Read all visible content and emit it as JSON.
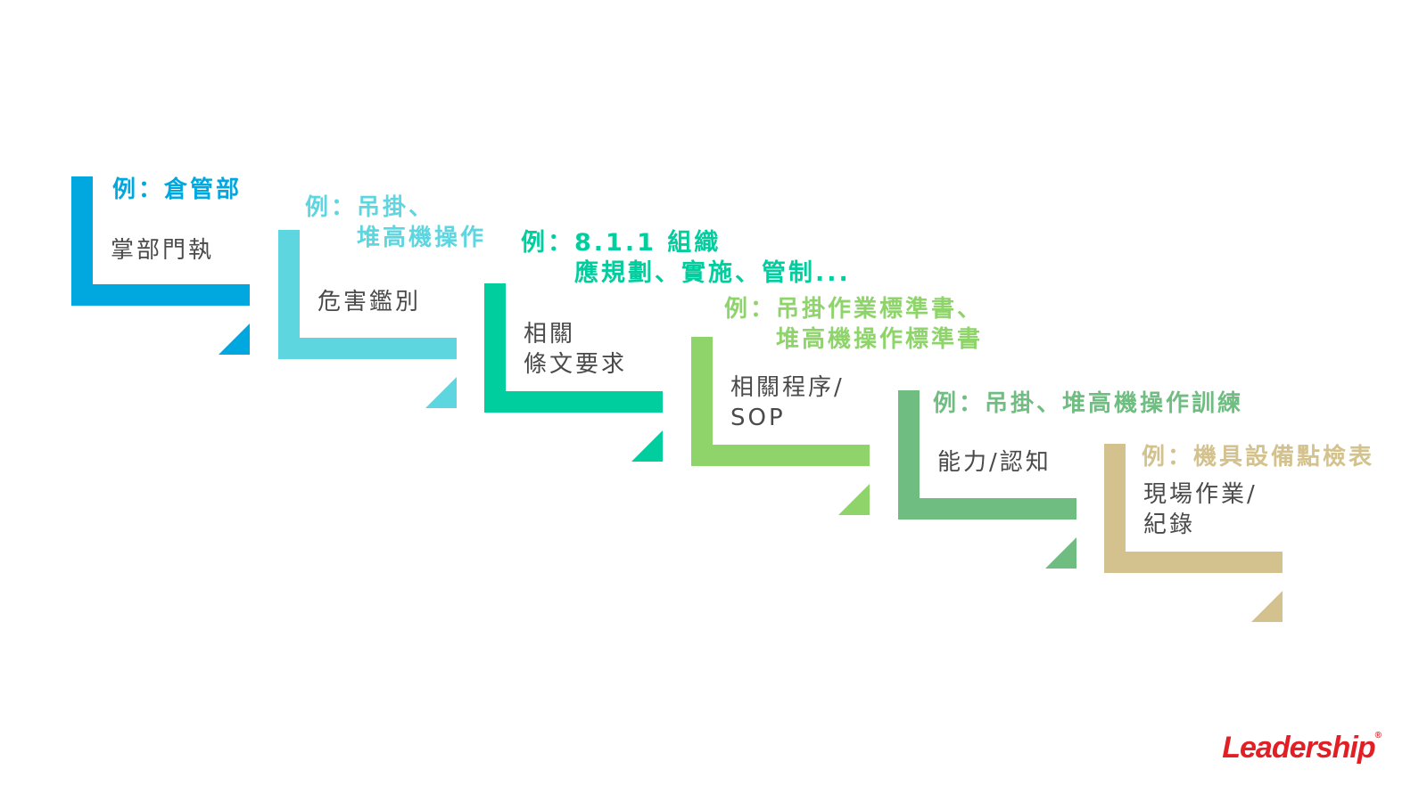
{
  "colors": {
    "step1": "#00a8df",
    "step2": "#5dd6e0",
    "step3": "#00ce9e",
    "step4": "#8ed46a",
    "step5": "#6fbd81",
    "step6": "#d4c28e",
    "label_text": "#4a4a4a",
    "logo": "#e31f26"
  },
  "steps": [
    {
      "label": [
        "掌部門執"
      ],
      "example": [
        "例：倉管部"
      ]
    },
    {
      "label": [
        "危害鑑別"
      ],
      "example": [
        "例：吊掛、",
        "　　堆高機操作"
      ]
    },
    {
      "label": [
        "相關",
        "條文要求"
      ],
      "example": [
        "例：8.1.1 組織",
        "　　應規劃、實施、管制..."
      ]
    },
    {
      "label": [
        "相關程序/",
        "SOP"
      ],
      "example": [
        "例：吊掛作業標準書、",
        "　　堆高機操作標準書"
      ]
    },
    {
      "label": [
        "能力/認知"
      ],
      "example": [
        "例：吊掛、堆高機操作訓練"
      ]
    },
    {
      "label": [
        "現場作業/",
        "紀錄"
      ],
      "example": [
        "例：機具設備點檢表"
      ]
    }
  ],
  "logo": {
    "text": "Leadership",
    "mark": "®"
  }
}
